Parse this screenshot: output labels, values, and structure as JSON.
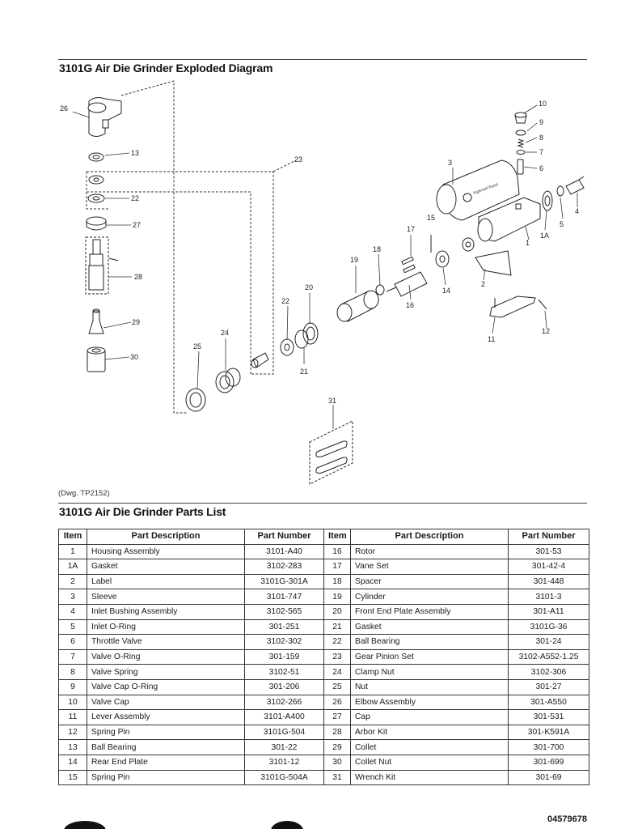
{
  "diagram": {
    "title": "3101G Air Die Grinder Exploded Diagram",
    "drawing_ref": "(Dwg. TP2152)",
    "brand_label": "Ingersoll Rand",
    "callouts": [
      "26",
      "13",
      "23",
      "22",
      "27",
      "28",
      "29",
      "30",
      "25",
      "24",
      "22",
      "20",
      "21",
      "19",
      "18",
      "17",
      "16",
      "15",
      "14",
      "3",
      "2",
      "1",
      "1A",
      "10",
      "9",
      "8",
      "7",
      "6",
      "5",
      "4",
      "11",
      "12",
      "31"
    ]
  },
  "parts_list": {
    "title": "3101G Air Die Grinder Parts List",
    "headers": [
      "Item",
      "Part Description",
      "Part Number",
      "Item",
      "Part Description",
      "Part Number"
    ],
    "rows": [
      {
        "l_item": "1",
        "l_desc": "Housing Assembly",
        "l_part": "3101-A40",
        "r_item": "16",
        "r_desc": "Rotor",
        "r_part": "301-53"
      },
      {
        "l_item": "1A",
        "l_desc": "Gasket",
        "l_part": "3102-283",
        "r_item": "17",
        "r_desc": "Vane Set",
        "r_part": "301-42-4"
      },
      {
        "l_item": "2",
        "l_desc": "Label",
        "l_part": "3101G-301A",
        "r_item": "18",
        "r_desc": "Spacer",
        "r_part": "301-448"
      },
      {
        "l_item": "3",
        "l_desc": "Sleeve",
        "l_part": "3101-747",
        "r_item": "19",
        "r_desc": "Cylinder",
        "r_part": "3101-3"
      },
      {
        "l_item": "4",
        "l_desc": "Inlet Bushing Assembly",
        "l_part": "3102-565",
        "r_item": "20",
        "r_desc": "Front End Plate Assembly",
        "r_part": "301-A11"
      },
      {
        "l_item": "5",
        "l_desc": "Inlet O-Ring",
        "l_part": "301-251",
        "r_item": "21",
        "r_desc": "Gasket",
        "r_part": "3101G-36"
      },
      {
        "l_item": "6",
        "l_desc": "Throttle Valve",
        "l_part": "3102-302",
        "r_item": "22",
        "r_desc": "Ball Bearing",
        "r_part": "301-24"
      },
      {
        "l_item": "7",
        "l_desc": "Valve O-Ring",
        "l_part": "301-159",
        "r_item": "23",
        "r_desc": "Gear Pinion Set",
        "r_part": "3102-A552-1.25"
      },
      {
        "l_item": "8",
        "l_desc": "Valve Spring",
        "l_part": "3102-51",
        "r_item": "24",
        "r_desc": "Clamp Nut",
        "r_part": "3102-306"
      },
      {
        "l_item": "9",
        "l_desc": "Valve Cap O-Ring",
        "l_part": "301-206",
        "r_item": "25",
        "r_desc": "Nut",
        "r_part": "301-27"
      },
      {
        "l_item": "10",
        "l_desc": "Valve Cap",
        "l_part": "3102-266",
        "r_item": "26",
        "r_desc": "Elbow Assembly",
        "r_part": "301-A550"
      },
      {
        "l_item": "11",
        "l_desc": "Lever Assembly",
        "l_part": "3101-A400",
        "r_item": "27",
        "r_desc": "Cap",
        "r_part": "301-531"
      },
      {
        "l_item": "12",
        "l_desc": "Spring Pin",
        "l_part": "3101G-504",
        "r_item": "28",
        "r_desc": "Arbor Kit",
        "r_part": "301-K591A"
      },
      {
        "l_item": "13",
        "l_desc": "Ball Bearing",
        "l_part": "301-22",
        "r_item": "29",
        "r_desc": "Collet",
        "r_part": "301-700"
      },
      {
        "l_item": "14",
        "l_desc": "Rear End Plate",
        "l_part": "3101-12",
        "r_item": "30",
        "r_desc": "Collet Nut",
        "r_part": "301-699"
      },
      {
        "l_item": "15",
        "l_desc": "Spring Pin",
        "l_part": "3101G-504A",
        "r_item": "31",
        "r_desc": "Wrench Kit",
        "r_part": "301-69"
      }
    ]
  },
  "footer": {
    "doc_number": "04579678"
  }
}
